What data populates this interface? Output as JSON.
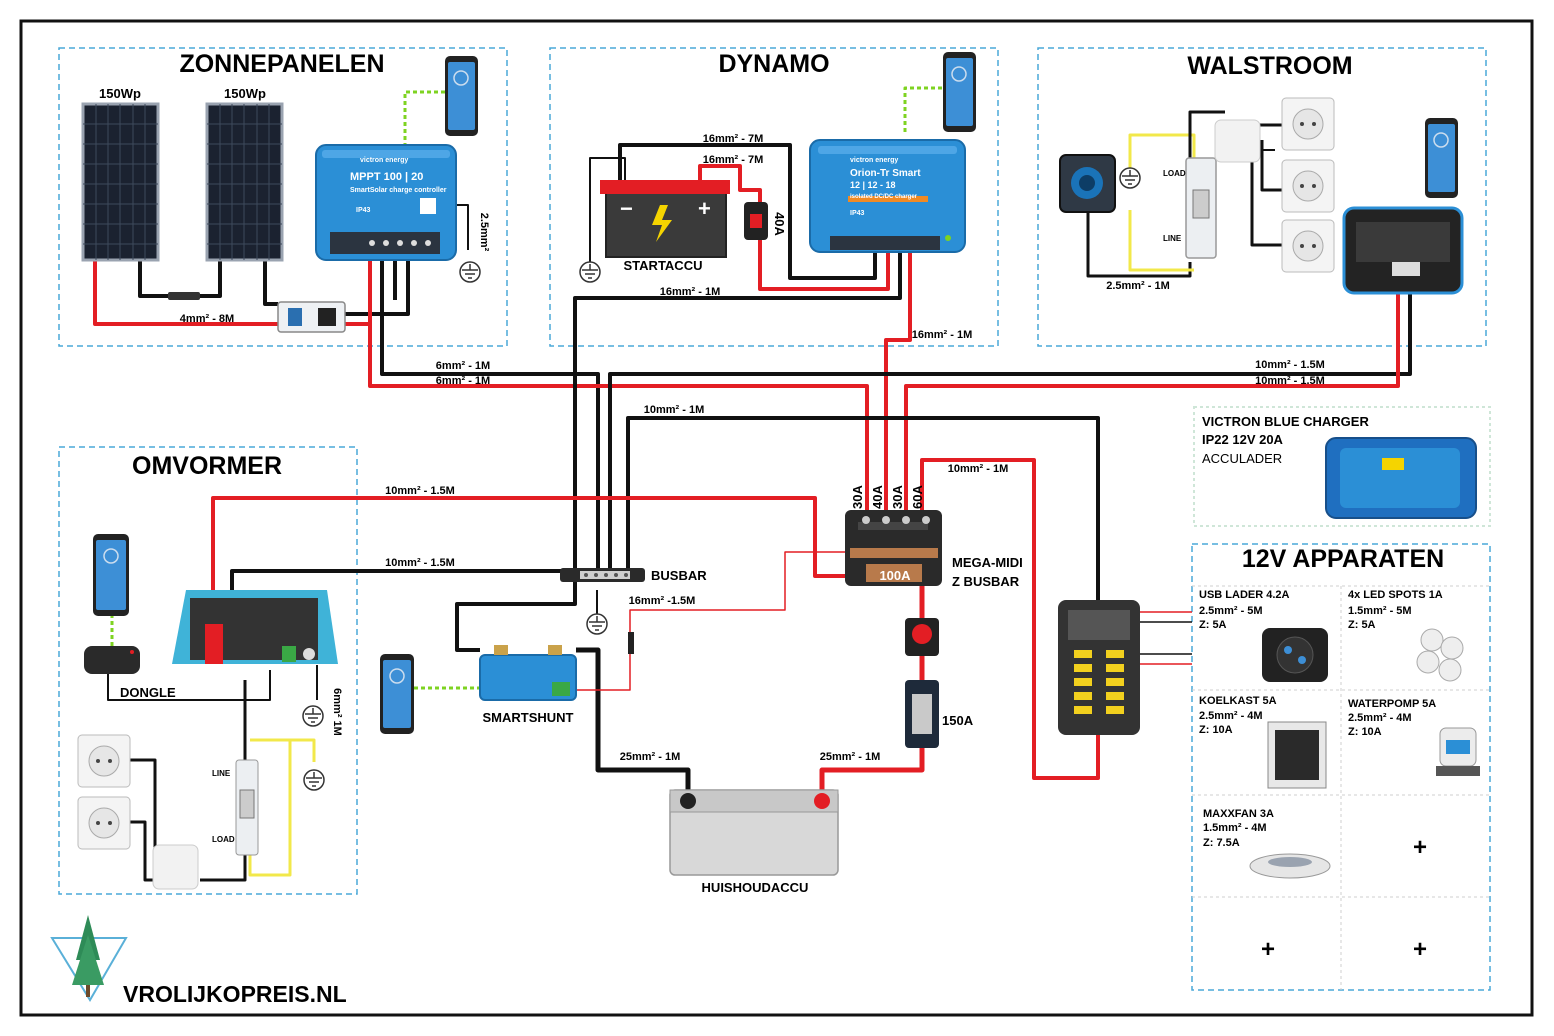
{
  "sections": {
    "solar": "ZONNEPANELEN",
    "dynamo": "DYNAMO",
    "shore": "WALSTROOM",
    "inverter": "OMVORMER",
    "appliances": "12V APPARATEN"
  },
  "solar": {
    "panel_left": "150Wp",
    "panel_right": "150Wp",
    "mppt_brand": "victron energy",
    "mppt_model": "MPPT 100 | 20",
    "mppt_sub": "SmartSolar charge controller",
    "mppt_ip": "IP43",
    "cable_panels": "4mm² - 8M",
    "cable_ground": "2.5mm²"
  },
  "dynamo": {
    "cable_top_1": "16mm² - 7M",
    "cable_top_2": "16mm² - 7M",
    "fuse": "40A",
    "startaccu": "STARTACCU",
    "minus": "−",
    "plus": "+",
    "cable_ground": "16mm² - 1M",
    "cable_down": "16mm² - 1M",
    "orion_brand": "victron energy",
    "orion_model": "Orion-Tr Smart",
    "orion_spec": "12 | 12 - 18",
    "orion_sub": "isolated DC/DC charger",
    "orion_ip": "IP43"
  },
  "shore": {
    "load": "LOAD",
    "line": "LINE",
    "cable_inlet": "2.5mm² - 1M",
    "cable_charger_1": "10mm² - 1.5M",
    "cable_charger_2": "10mm² - 1.5M"
  },
  "blue_charger": {
    "line1": "VICTRON BLUE CHARGER",
    "line2": "IP22 12V 20A",
    "line3": "ACCULADER"
  },
  "inverter": {
    "dongle": "DONGLE",
    "line": "LINE",
    "load": "LOAD",
    "ground": "6mm² 1M",
    "cable_plus": "10mm² - 1.5M",
    "cable_minus": "10mm² - 1.5M"
  },
  "center": {
    "cable_mppt_1": "6mm² - 1M",
    "cable_mppt_2": "6mm² - 1M",
    "cable_fuseblock": "10mm² - 1M",
    "cable_busbar_to_fuseblock": "10mm² - 1M",
    "busbar": "BUSBAR",
    "smartshunt": "SMARTSHUNT",
    "shunt_cable": "16mm² -1.5M",
    "megamidi_1": "MEGA-MIDI",
    "megamidi_2": "Z BUSBAR",
    "fuses": [
      "30A",
      "40A",
      "30A",
      "60A"
    ],
    "main_fuse": "100A",
    "fuse_150": "150A",
    "cable_house_minus": "25mm² - 1M",
    "cable_house_plus": "25mm² - 1M",
    "house_battery": "HUISHOUDACCU"
  },
  "appliances": [
    {
      "name": "USB LADER 4.2A",
      "cable": "2.5mm² - 5M",
      "fuse": "Z: 5A"
    },
    {
      "name": "4x LED SPOTS 1A",
      "cable": "1.5mm² - 5M",
      "fuse": "Z: 5A"
    },
    {
      "name": "KOELKAST 5A",
      "cable": "2.5mm² - 4M",
      "fuse": "Z: 10A"
    },
    {
      "name": "WATERPOMP 5A",
      "cable": "2.5mm² - 4M",
      "fuse": "Z: 10A"
    },
    {
      "name": "MAXXFAN 3A",
      "cable": "1.5mm² - 4M",
      "fuse": "Z: 7.5A"
    }
  ],
  "plus_sign": "+",
  "brand": "VROLIJKOPREIS.NL",
  "colors": {
    "red": "#e31e24",
    "black": "#111111",
    "green": "#7ed321",
    "victron_blue": "#2b8fd6",
    "dashed_box": "#4aa8d8"
  }
}
